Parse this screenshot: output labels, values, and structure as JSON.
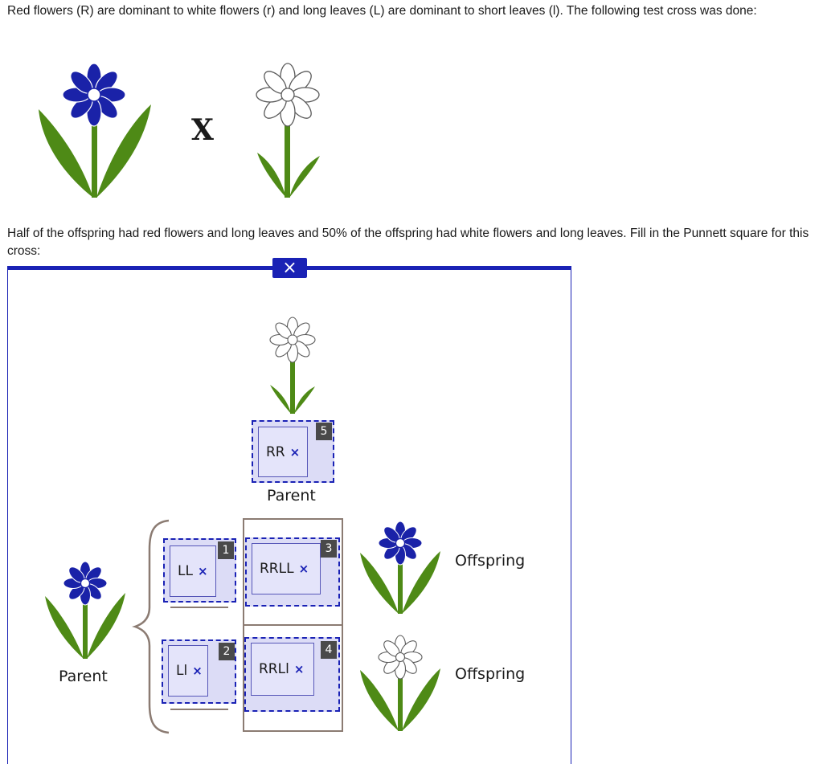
{
  "question": {
    "intro": "Red flowers (R) are dominant to white flowers (r) and long leaves (L) are dominant to short leaves (l). The following test cross was done:",
    "cross_symbol": "X",
    "instruction": "Half of the offspring had red flowers and long leaves and 50% of the offspring had white flowers and long leaves. Fill in the Punnett square for this cross:"
  },
  "panel": {
    "close_label": "×",
    "top_parent": {
      "genotype": "RR",
      "label": "Parent",
      "slot": "5"
    },
    "side_parent": {
      "label": "Parent"
    },
    "rows": [
      {
        "allele": "LL",
        "slot": "1",
        "cell_genotype": "RRLL",
        "cell_slot": "3",
        "offspring_label": "Offspring",
        "flower": "blue"
      },
      {
        "allele": "Ll",
        "slot": "2",
        "cell_genotype": "RRLl",
        "cell_slot": "4",
        "offspring_label": "Offspring",
        "flower": "white"
      }
    ],
    "remove_symbol": "×"
  },
  "colors": {
    "accent": "#1a22b5",
    "red_flower": "#1a22a8",
    "stem": "#4e8a16",
    "drop_zone": "#dcdcf6",
    "cell_border": "#8b7b72"
  }
}
